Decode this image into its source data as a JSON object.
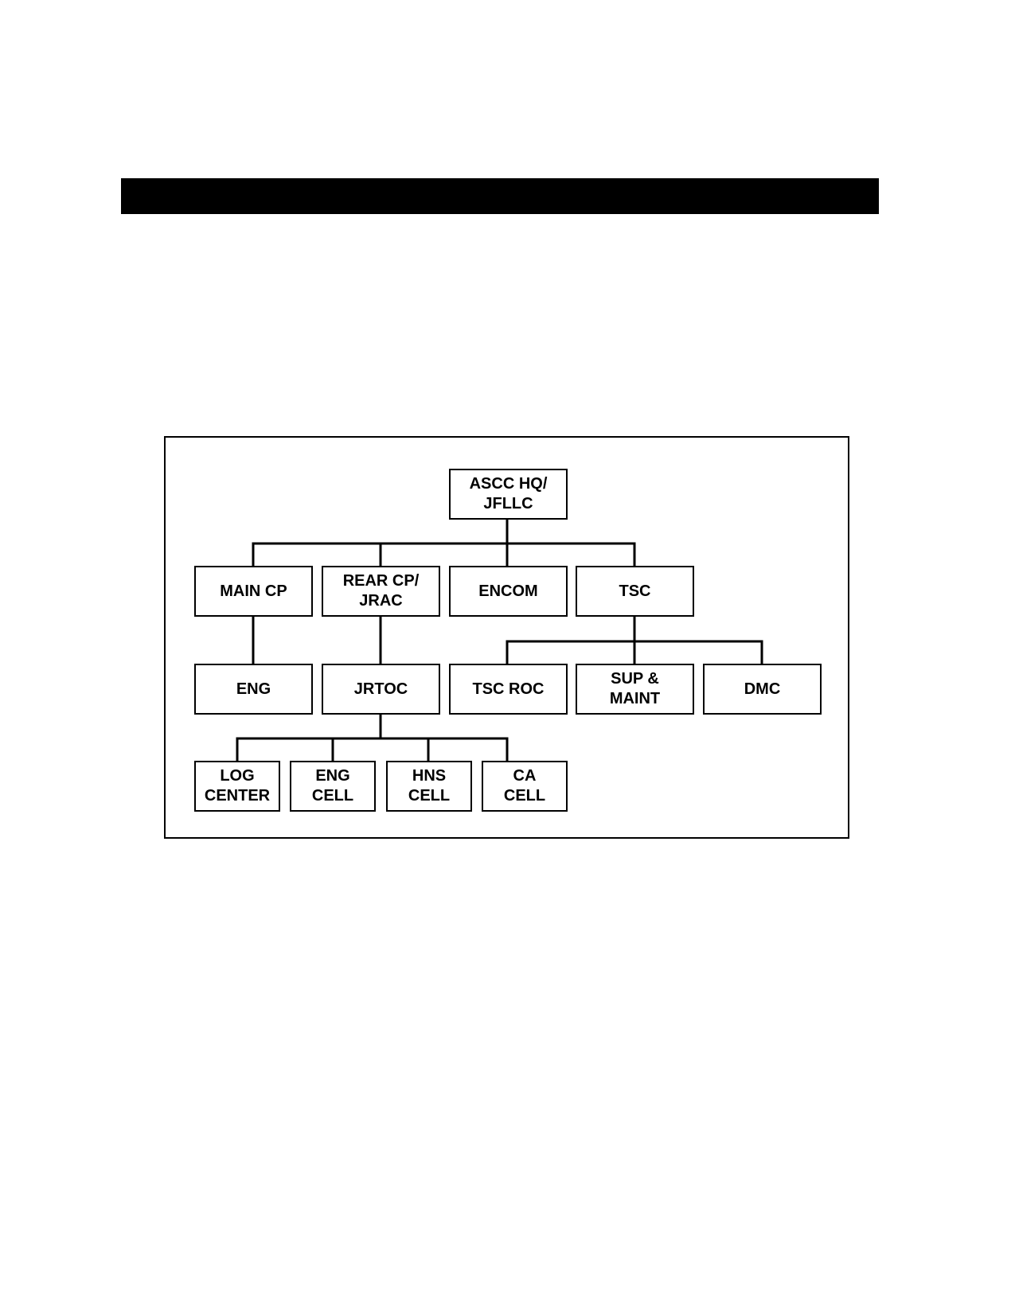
{
  "org_chart": {
    "nodes": {
      "ascc_hq": "ASCC HQ/\nJFLLC",
      "main_cp": "MAIN CP",
      "rear_cp": "REAR CP/\nJRAC",
      "encom": "ENCOM",
      "tsc": "TSC",
      "eng": "ENG",
      "jrtoc": "JRTOC",
      "tsc_roc": "TSC ROC",
      "sup_maint": "SUP &\nMAINT",
      "dmc": "DMC",
      "log_center": "LOG\nCENTER",
      "eng_cell": "ENG\nCELL",
      "hns_cell": "HNS\nCELL",
      "ca_cell": "CA\nCELL"
    },
    "links": [
      [
        "ascc_hq",
        "main_cp"
      ],
      [
        "ascc_hq",
        "rear_cp"
      ],
      [
        "ascc_hq",
        "encom"
      ],
      [
        "ascc_hq",
        "tsc"
      ],
      [
        "main_cp",
        "eng"
      ],
      [
        "rear_cp",
        "jrtoc"
      ],
      [
        "tsc",
        "tsc_roc"
      ],
      [
        "tsc",
        "sup_maint"
      ],
      [
        "tsc",
        "dmc"
      ],
      [
        "jrtoc",
        "log_center"
      ],
      [
        "jrtoc",
        "eng_cell"
      ],
      [
        "jrtoc",
        "hns_cell"
      ],
      [
        "jrtoc",
        "ca_cell"
      ]
    ]
  }
}
